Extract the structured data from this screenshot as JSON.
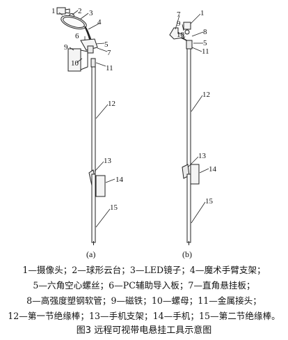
{
  "labels_a": [
    "1",
    "2",
    "3",
    "4",
    "6",
    "5",
    "7",
    "9",
    "10",
    "11",
    "12",
    "13",
    "14",
    "15"
  ],
  "labels_b": [
    "7",
    "1",
    "9",
    "8",
    "10",
    "5",
    "11",
    "12",
    "13",
    "14",
    "15"
  ],
  "sub_a": "(a)",
  "sub_b": "(b)",
  "legend": [
    "1—摄像头；2—球形云台；3—LED镜子；4—魔术手臂支架；",
    "5—六角空心螺丝；6—PC辅助导入板；7—直角悬挂板；",
    "8—高强度塑钢软管；9—磁铁；10—螺母；11—金属接头；",
    "12—第一节绝缘棒；13—手机支架；14—手机；15—第二节绝缘棒。"
  ],
  "title": "图3  远程可视带电悬挂工具示意图",
  "colors": {
    "line": "#222222",
    "fill": "#f4f4f4",
    "text": "#111111"
  }
}
